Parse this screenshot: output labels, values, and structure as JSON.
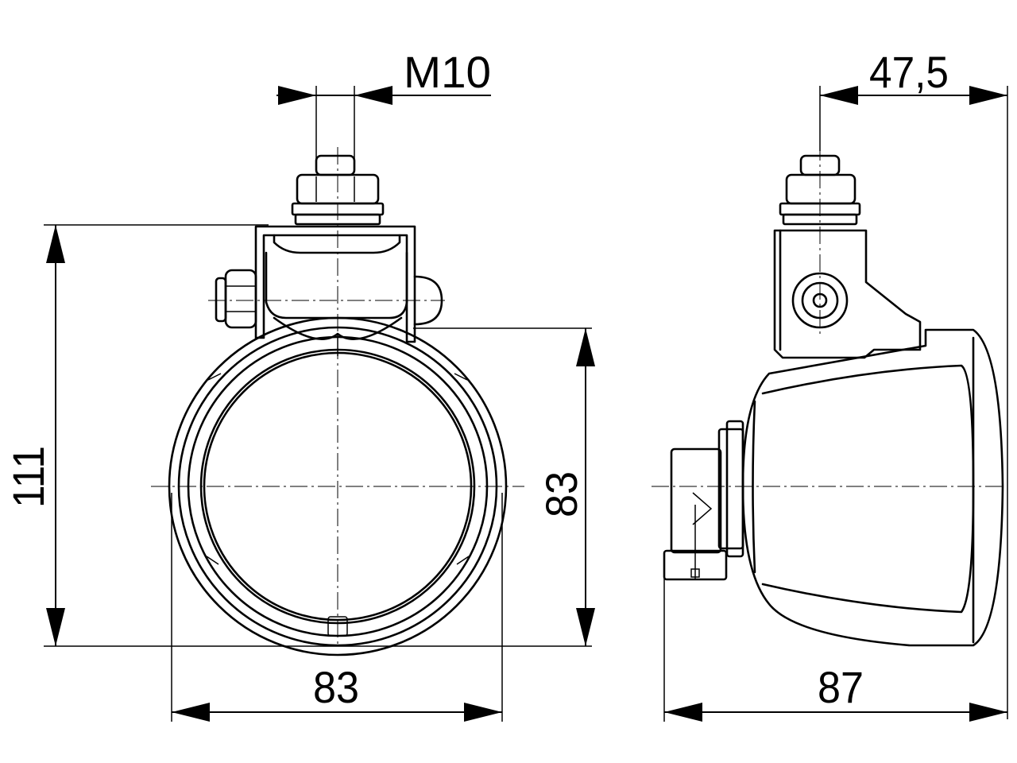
{
  "dimensions": {
    "thread": "M10",
    "front_height": "111",
    "lens_diameter": "83",
    "front_width": "83",
    "side_offset": "47,5",
    "side_depth": "87"
  },
  "colors": {
    "line": "#000000",
    "background": "#ffffff"
  }
}
